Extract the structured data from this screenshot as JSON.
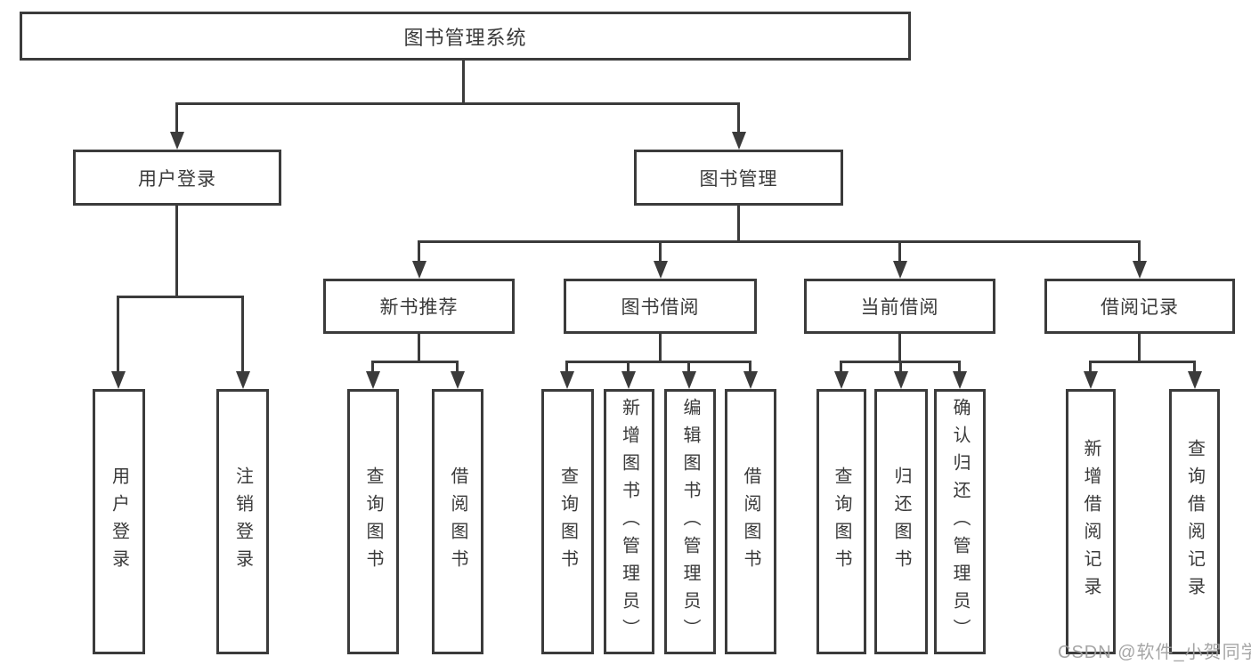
{
  "colors": {
    "background": "#ffffff",
    "line": "#3b3b3b",
    "box_border": "#3b3b3b",
    "text": "#3a3a3a",
    "watermark": "#9e9e9e"
  },
  "watermark": {
    "text": "CSDN @软件_小贺同学"
  },
  "tree": {
    "label": "图书管理系统",
    "children": [
      {
        "label": "用户登录",
        "children": [
          {
            "label": "用户登录"
          },
          {
            "label": "注销登录"
          }
        ]
      },
      {
        "label": "图书管理",
        "children": [
          {
            "label": "新书推荐",
            "children": [
              {
                "label": "查询图书"
              },
              {
                "label": "借阅图书"
              }
            ]
          },
          {
            "label": "图书借阅",
            "children": [
              {
                "label": "查询图书"
              },
              {
                "label": "新增图书（管理员）"
              },
              {
                "label": "编辑图书（管理员）"
              },
              {
                "label": "借阅图书"
              }
            ]
          },
          {
            "label": "当前借阅",
            "children": [
              {
                "label": "查询图书"
              },
              {
                "label": "归还图书"
              },
              {
                "label": "确认归还（管理员）"
              }
            ]
          },
          {
            "label": "借阅记录",
            "children": [
              {
                "label": "新增借阅记录"
              },
              {
                "label": "查询借阅记录"
              }
            ]
          }
        ]
      }
    ]
  }
}
